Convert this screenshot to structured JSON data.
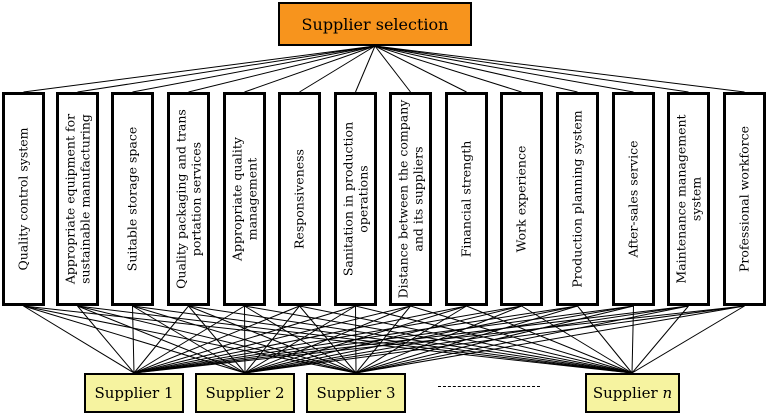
{
  "goal": {
    "label": "Supplier selection",
    "color": "#f7941d"
  },
  "criteria": [
    "Quality control system",
    "Appropriate equipment for sustainable manufacturing",
    "Suitable storage space",
    "Quality packaging and trans portation services",
    "Appropriate quality management",
    "Responsiveness",
    "Sanitation in production operations",
    "Distance between the company and its suppliers",
    "Financial strength",
    "Work experience",
    "Production planning system",
    "After-sales service",
    "Maintenance management system",
    "Professional workforce"
  ],
  "alternatives": [
    {
      "label": "Supplier 1"
    },
    {
      "label": "Supplier 2"
    },
    {
      "label": "Supplier 3"
    },
    {
      "label": "Supplier",
      "suffix": "n"
    }
  ],
  "alternative_color": "#f6f3a0"
}
